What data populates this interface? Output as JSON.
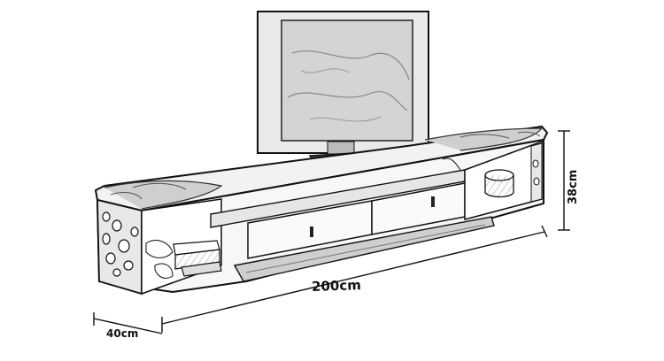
{
  "dimensions": {
    "length": "200cm",
    "height": "38cm",
    "depth": "40cm"
  },
  "colors": {
    "line": "#111111",
    "screen": "#d9d9d9",
    "panel_dark": "#555555"
  }
}
